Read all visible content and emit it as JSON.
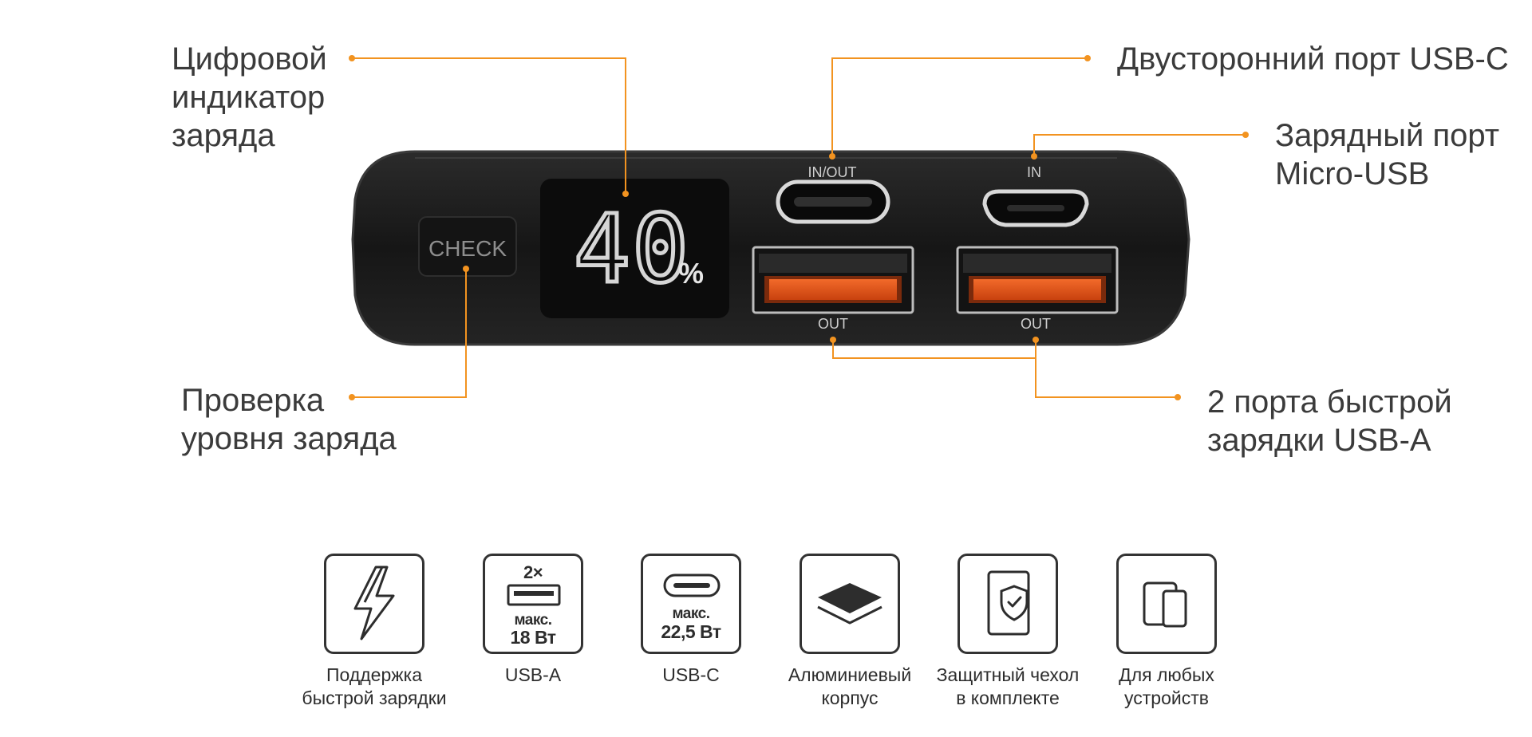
{
  "device": {
    "check_button_label": "CHECK",
    "display_value": "40",
    "display_unit": "%",
    "ports": {
      "usb_c_label": "IN/OUT",
      "micro_usb_label": "IN",
      "usb_a1_label": "OUT",
      "usb_a2_label": "OUT"
    }
  },
  "callouts": {
    "display": [
      "Цифровой",
      "индикатор",
      "заряда"
    ],
    "check": [
      "Проверка",
      "уровня заряда"
    ],
    "usb_c": [
      "Двусторонний порт USB-C"
    ],
    "micro_usb": [
      "Зарядный порт",
      "Micro-USB"
    ],
    "usb_a": [
      "2 порта быстрой",
      "зарядки USB-A"
    ]
  },
  "features": [
    {
      "icon": "lightning-icon",
      "caption": [
        "Поддержка",
        "быстрой зарядки"
      ]
    },
    {
      "icon": "usb-a-icon",
      "badge_top": "2×",
      "badge_line1": "макс.",
      "badge_line2": "18 Вт",
      "caption": [
        "USB-A"
      ]
    },
    {
      "icon": "usb-c-icon",
      "badge_line1": "макс.",
      "badge_line2": "22,5 Вт",
      "caption": [
        "USB-C"
      ]
    },
    {
      "icon": "layers-icon",
      "caption": [
        "Алюминиевый",
        "корпус"
      ]
    },
    {
      "icon": "shield-check-icon",
      "caption": [
        "Защитный чехол",
        "в комплекте"
      ]
    },
    {
      "icon": "devices-icon",
      "caption": [
        "Для любых",
        "устройств"
      ]
    }
  ],
  "colors": {
    "accent": "#f29320",
    "port_orange": "#e2541a",
    "body": "#1f1f1f",
    "text": "#3b3b3b"
  }
}
